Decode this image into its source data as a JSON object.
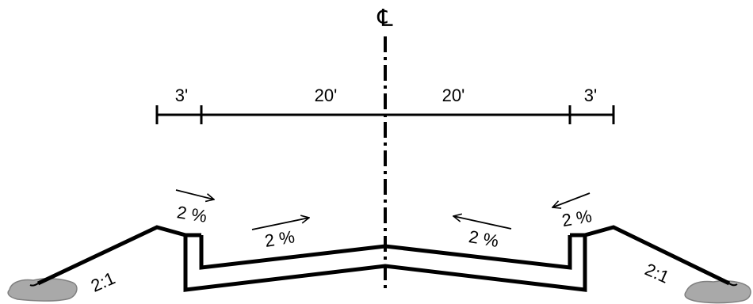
{
  "centerline": {
    "label": "℄"
  },
  "dimensions": {
    "left_shoulder": "3'",
    "left_lane": "20'",
    "right_lane": "20'",
    "right_shoulder": "3'"
  },
  "slopes": {
    "left_shoulder": "2 %",
    "left_lane": "2 %",
    "right_lane": "2 %",
    "right_shoulder": "2 %",
    "left_side": "2:1",
    "right_side": "2:1"
  },
  "colors": {
    "ink": "#000000",
    "ground_fill": "#a9a9a9",
    "ground_stroke": "#808080"
  }
}
